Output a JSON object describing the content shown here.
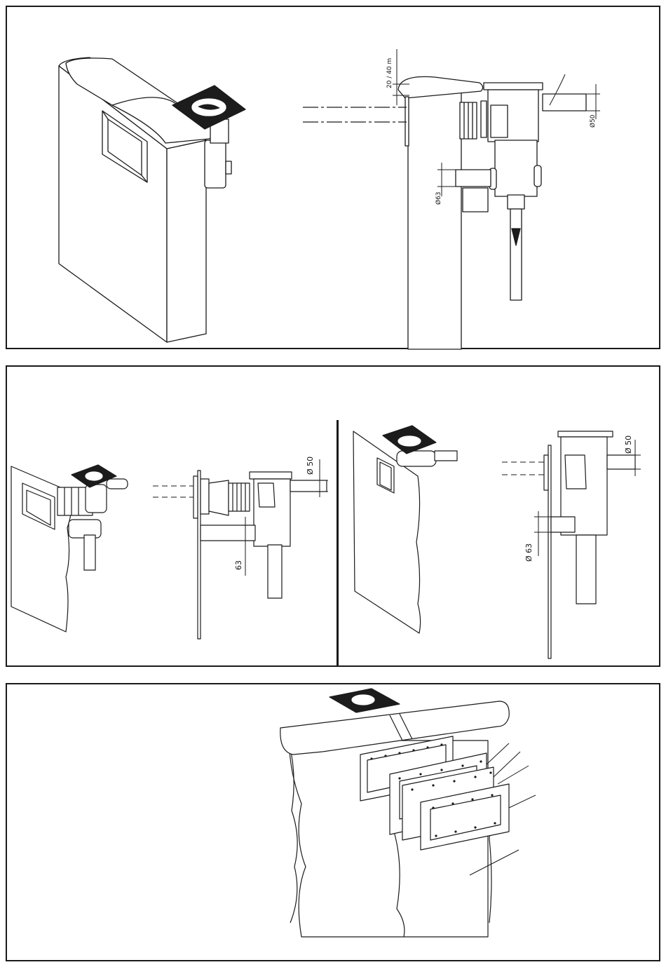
{
  "figures": {
    "top_right": {
      "dim_height": "20 / 40 m",
      "dim_outlet": "Ø50",
      "dim_lower": "Ø63"
    },
    "middle_left": {
      "dim_outlet": "Ø 50",
      "dim_lower": "63"
    },
    "middle_right": {
      "dim_outlet": "Ø 50",
      "dim_lower": "Ø 63"
    }
  },
  "colors": {
    "line": "#1a1a1a",
    "plate": "#1c1c1c",
    "background": "#ffffff"
  }
}
